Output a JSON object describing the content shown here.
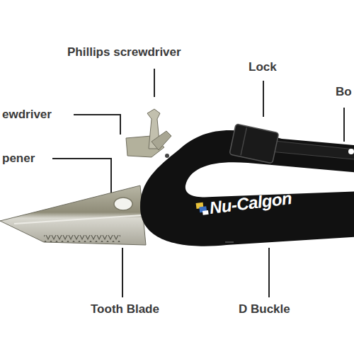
{
  "diagram": {
    "labels": [
      "Phillips screwdriver",
      "Lock",
      "Bo",
      "ewdriver",
      "pener",
      "Tooth Blade",
      "D Buckle",
      "Nu-Calgon"
    ]
  }
}
